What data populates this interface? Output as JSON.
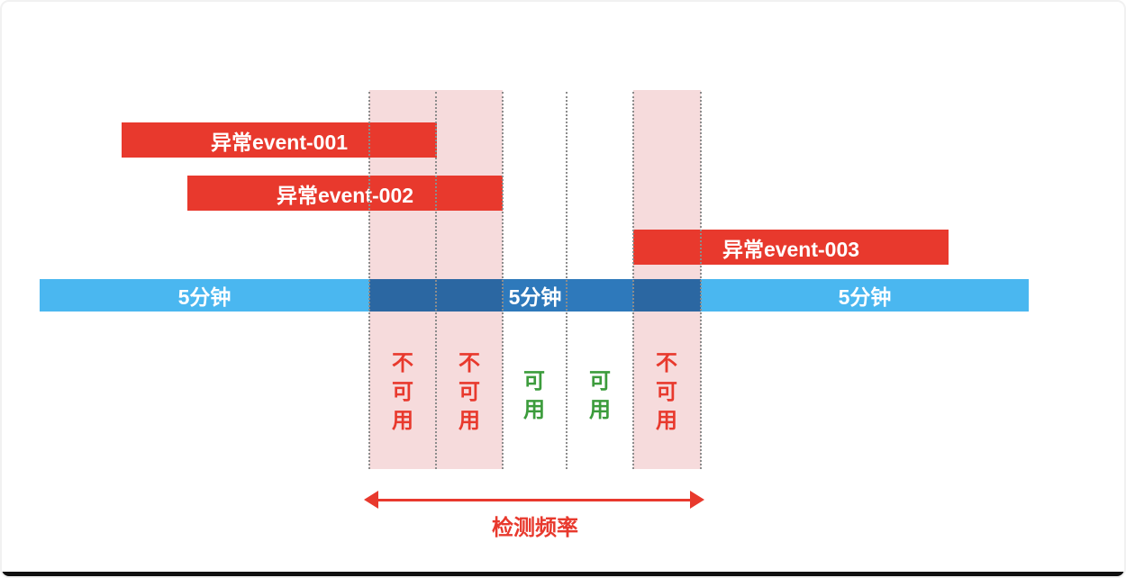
{
  "events": [
    {
      "id": "event-001",
      "label": "异常event-001"
    },
    {
      "id": "event-002",
      "label": "异常event-002"
    },
    {
      "id": "event-003",
      "label": "异常event-003"
    }
  ],
  "timeline": {
    "segments": [
      {
        "label": "5分钟"
      },
      {
        "label": "5分钟"
      },
      {
        "label": "5分钟"
      }
    ]
  },
  "availability": [
    {
      "label": "不可用",
      "state": "unavailable"
    },
    {
      "label": "不可用",
      "state": "unavailable"
    },
    {
      "label": "可用",
      "state": "available"
    },
    {
      "label": "可用",
      "state": "available"
    },
    {
      "label": "不可用",
      "state": "unavailable"
    }
  ],
  "frequency": {
    "label": "检测频率"
  },
  "colors": {
    "event_red": "#E8392D",
    "timeline_light_blue": "#4AB7F0",
    "timeline_dark_blue": "#2E79BB",
    "timeline_dark_blue_shaded": "#2B67A2",
    "band_pink": "#F6DBDC",
    "available_green": "#3C9C3C",
    "unavailable_red": "#E8392D",
    "dotted_line_gray": "#8C8C8C"
  }
}
